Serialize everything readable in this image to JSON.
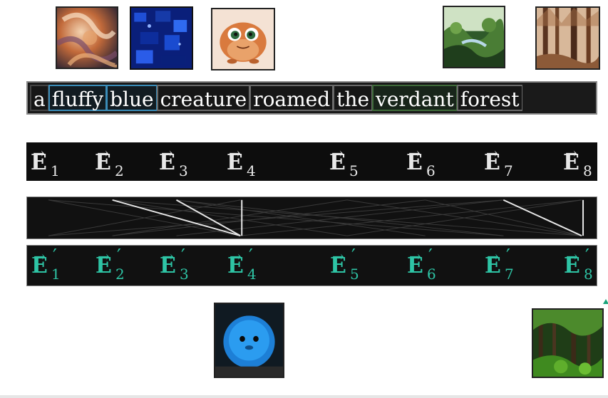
{
  "sentence": {
    "words": [
      {
        "text": "a",
        "style": "plain"
      },
      {
        "text": "fluffy",
        "style": "blue"
      },
      {
        "text": "blue",
        "style": "blue"
      },
      {
        "text": "creature",
        "style": "gray"
      },
      {
        "text": "roamed",
        "style": "gray"
      },
      {
        "text": "the",
        "style": "gray"
      },
      {
        "text": "verdant",
        "style": "green"
      },
      {
        "text": "forest",
        "style": "gray"
      }
    ]
  },
  "embeddings": {
    "symbol": "E",
    "arrow": "→",
    "subscripts": [
      "1",
      "2",
      "3",
      "4",
      "5",
      "6",
      "7",
      "8"
    ]
  },
  "updated_embeddings": {
    "symbol": "E",
    "arrow": "→",
    "prime": "′",
    "subscripts": [
      "1",
      "2",
      "3",
      "4",
      "5",
      "6",
      "7",
      "8"
    ],
    "color": "#2ec4a5"
  },
  "images": {
    "top": [
      "swirl-texture-image",
      "blue-texture-image",
      "creature-image",
      "verdant-image",
      "forest-image"
    ],
    "bottom": [
      "fluffy-blue-creature-image",
      "green-forest-image"
    ]
  },
  "colors": {
    "blue_highlight": "#3a8cb8",
    "green_highlight": "#3f6b3a",
    "teal": "#2ec4a5"
  }
}
